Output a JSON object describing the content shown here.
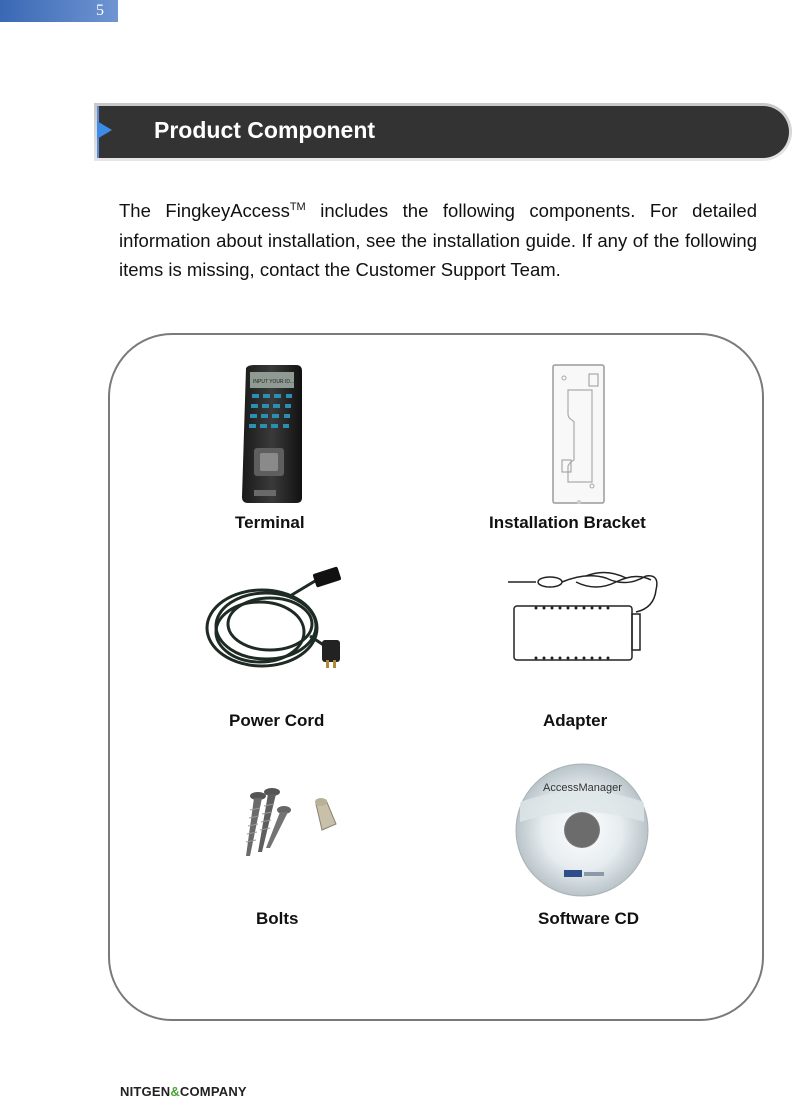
{
  "page_number": "5",
  "section": {
    "title": "Product Component"
  },
  "intro": {
    "before_tm": "The FingkeyAccess",
    "tm": "TM",
    "after_tm": " includes the following components. For detailed information about installation, see the installation guide. If any of the following items is missing, contact the Customer Support Team."
  },
  "components": {
    "terminal": "Terminal",
    "bracket": "Installation Bracket",
    "power_cord": "Power Cord",
    "adapter": "Adapter",
    "bolts": "Bolts",
    "software_cd": "Software CD"
  },
  "images": {
    "terminal_screen_text": "INPUT YOUR ID...",
    "cd_brand": "AccessManager"
  },
  "footer": {
    "brand_a": "NITGEN",
    "brand_amp": "&",
    "brand_b": "COMPANY"
  },
  "colors": {
    "accent_blue": "#3c8be6",
    "bar_dark": "#333333",
    "logo_green": "#4aa63a"
  }
}
